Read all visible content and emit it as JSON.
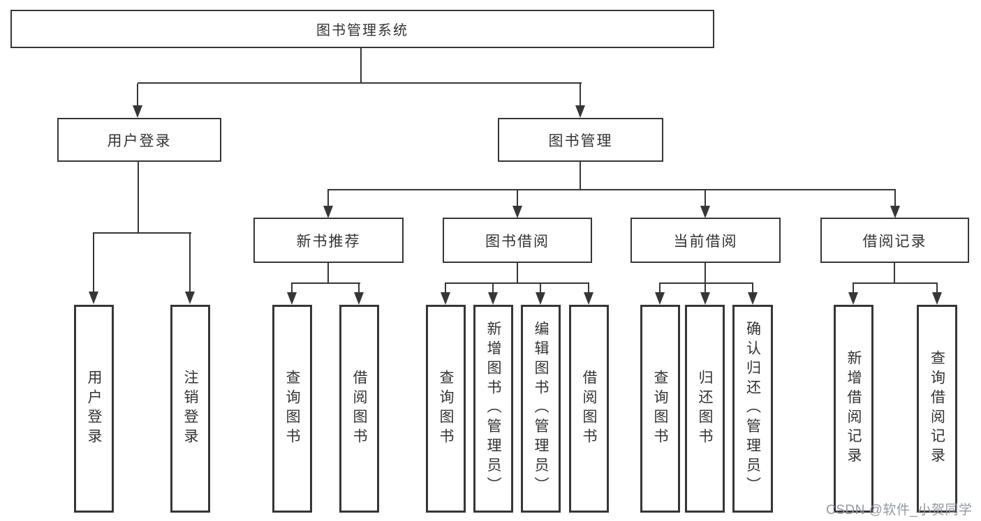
{
  "diagram": {
    "root_label": "图书管理系统",
    "level2": [
      {
        "label": "用户登录"
      },
      {
        "label": "图书管理"
      }
    ],
    "level3": [
      {
        "label": "新书推荐"
      },
      {
        "label": "图书借阅"
      },
      {
        "label": "当前借阅"
      },
      {
        "label": "借阅记录"
      }
    ],
    "leaves": {
      "user_login": [
        "用户登录",
        "注销登录"
      ],
      "new_book_recommend": [
        "查询图书",
        "借阅图书"
      ],
      "book_borrow": [
        "查询图书",
        "新增图书（管理员）",
        "编辑图书（管理员）",
        "借阅图书"
      ],
      "current_borrow": [
        "查询图书",
        "归还图书",
        "确认归还（管理员）"
      ],
      "borrow_records": [
        "新增借阅记录",
        "查询借阅记录"
      ]
    }
  },
  "watermark": {
    "text": "CSDN @软件_小贺同学"
  },
  "colors": {
    "line": "#363636",
    "text": "#333333",
    "background": "#ffffff",
    "watermark": "#9298a2"
  }
}
